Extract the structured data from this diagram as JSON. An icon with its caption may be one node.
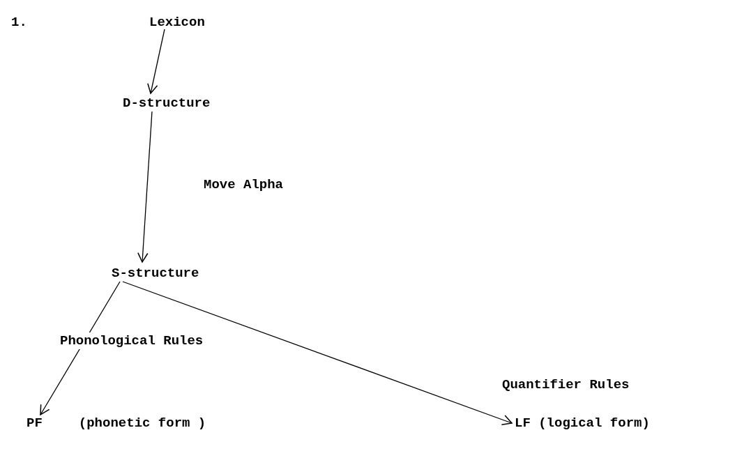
{
  "diagram": {
    "nodes": [
      {
        "text": [
          "Lexicon"
        ]
      },
      {
        "text": [
          "D-structure"
        ]
      },
      {
        "text": [
          "S-structure"
        ]
      },
      {
        "text": [
          "PF",
          "(phonetic form )"
        ]
      },
      {
        "text": [
          "LF (logical form)"
        ]
      }
    ],
    "edges": [
      {
        "from": 0,
        "to": 1,
        "arrow": "to"
      },
      {
        "from": 1,
        "to": 2,
        "arrow": "to"
      },
      {
        "from": 2,
        "to": 3,
        "arrow": "to",
        "label": "Phonological Rules"
      },
      {
        "from": 2,
        "to": 4,
        "arrow": "to"
      }
    ],
    "labels": [
      "1.",
      "Move Alpha",
      "Quantifier Rules"
    ]
  }
}
